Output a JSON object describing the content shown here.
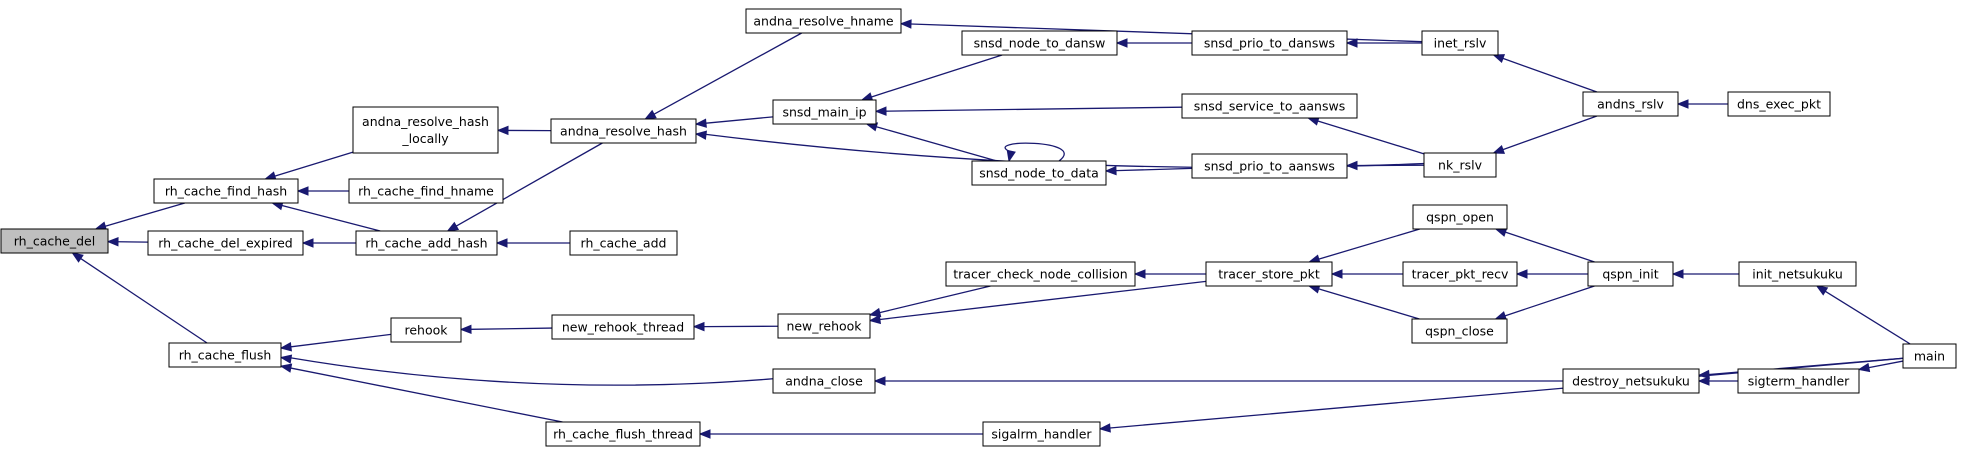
{
  "graph": {
    "kind": "caller-graph",
    "colors": {
      "edge": "#191970",
      "node_border": "#000000",
      "node_fill": "#ffffff",
      "root_fill": "#bfbfbf"
    },
    "nodes": [
      {
        "id": "rh_cache_del",
        "label": "rh_cache_del",
        "highlight": true
      },
      {
        "id": "rh_cache_find_hash",
        "label": "rh_cache_find_hash"
      },
      {
        "id": "rh_cache_del_expired",
        "label": "rh_cache_del_expired"
      },
      {
        "id": "rh_cache_flush",
        "label": "rh_cache_flush"
      },
      {
        "id": "andna_resolve_hash_locally",
        "label": "andna_resolve_hash\n_locally"
      },
      {
        "id": "rh_cache_find_hname",
        "label": "rh_cache_find_hname"
      },
      {
        "id": "rh_cache_add_hash",
        "label": "rh_cache_add_hash"
      },
      {
        "id": "andna_resolve_hash",
        "label": "andna_resolve_hash"
      },
      {
        "id": "rh_cache_add",
        "label": "rh_cache_add"
      },
      {
        "id": "andna_resolve_hname",
        "label": "andna_resolve_hname"
      },
      {
        "id": "snsd_main_ip",
        "label": "snsd_main_ip"
      },
      {
        "id": "snsd_node_to_dansw",
        "label": "snsd_node_to_dansw"
      },
      {
        "id": "snsd_node_to_data",
        "label": "snsd_node_to_data"
      },
      {
        "id": "snsd_prio_to_dansws",
        "label": "snsd_prio_to_dansws"
      },
      {
        "id": "snsd_service_to_aansws",
        "label": "snsd_service_to_aansws"
      },
      {
        "id": "snsd_prio_to_aansws",
        "label": "snsd_prio_to_aansws"
      },
      {
        "id": "inet_rslv",
        "label": "inet_rslv"
      },
      {
        "id": "nk_rslv",
        "label": "nk_rslv"
      },
      {
        "id": "andns_rslv",
        "label": "andns_rslv"
      },
      {
        "id": "dns_exec_pkt",
        "label": "dns_exec_pkt"
      },
      {
        "id": "rehook",
        "label": "rehook"
      },
      {
        "id": "new_rehook_thread",
        "label": "new_rehook_thread"
      },
      {
        "id": "new_rehook",
        "label": "new_rehook"
      },
      {
        "id": "tracer_check_node_collision",
        "label": "tracer_check_node_collision"
      },
      {
        "id": "tracer_store_pkt",
        "label": "tracer_store_pkt"
      },
      {
        "id": "qspn_open",
        "label": "qspn_open"
      },
      {
        "id": "tracer_pkt_recv",
        "label": "tracer_pkt_recv"
      },
      {
        "id": "qspn_close",
        "label": "qspn_close"
      },
      {
        "id": "qspn_init",
        "label": "qspn_init"
      },
      {
        "id": "init_netsukuku",
        "label": "init_netsukuku"
      },
      {
        "id": "main",
        "label": "main"
      },
      {
        "id": "andna_close",
        "label": "andna_close"
      },
      {
        "id": "destroy_netsukuku",
        "label": "destroy_netsukuku"
      },
      {
        "id": "sigterm_handler",
        "label": "sigterm_handler"
      },
      {
        "id": "rh_cache_flush_thread",
        "label": "rh_cache_flush_thread"
      },
      {
        "id": "sigalrm_handler",
        "label": "sigalrm_handler"
      }
    ],
    "edges": [
      {
        "from": "rh_cache_find_hash",
        "to": "rh_cache_del"
      },
      {
        "from": "rh_cache_del_expired",
        "to": "rh_cache_del"
      },
      {
        "from": "rh_cache_flush",
        "to": "rh_cache_del"
      },
      {
        "from": "andna_resolve_hash_locally",
        "to": "rh_cache_find_hash"
      },
      {
        "from": "rh_cache_find_hname",
        "to": "rh_cache_find_hash"
      },
      {
        "from": "rh_cache_add_hash",
        "to": "rh_cache_find_hash"
      },
      {
        "from": "rh_cache_add_hash",
        "to": "rh_cache_del_expired"
      },
      {
        "from": "andna_resolve_hash",
        "to": "andna_resolve_hash_locally"
      },
      {
        "from": "andna_resolve_hash",
        "to": "rh_cache_add_hash"
      },
      {
        "from": "rh_cache_add",
        "to": "rh_cache_add_hash"
      },
      {
        "from": "andna_resolve_hname",
        "to": "andna_resolve_hash"
      },
      {
        "from": "snsd_main_ip",
        "to": "andna_resolve_hash"
      },
      {
        "from": "nk_rslv",
        "to": "andna_resolve_hash"
      },
      {
        "from": "snsd_node_to_dansw",
        "to": "snsd_main_ip"
      },
      {
        "from": "snsd_service_to_aansws",
        "to": "snsd_main_ip"
      },
      {
        "from": "snsd_node_to_data",
        "to": "snsd_main_ip"
      },
      {
        "from": "snsd_node_to_data",
        "to": "snsd_node_to_data"
      },
      {
        "from": "snsd_prio_to_dansws",
        "to": "snsd_node_to_dansw"
      },
      {
        "from": "snsd_prio_to_aansws",
        "to": "snsd_node_to_data"
      },
      {
        "from": "inet_rslv",
        "to": "andna_resolve_hname"
      },
      {
        "from": "inet_rslv",
        "to": "snsd_prio_to_dansws"
      },
      {
        "from": "nk_rslv",
        "to": "snsd_service_to_aansws"
      },
      {
        "from": "nk_rslv",
        "to": "snsd_prio_to_aansws"
      },
      {
        "from": "andns_rslv",
        "to": "inet_rslv"
      },
      {
        "from": "andns_rslv",
        "to": "nk_rslv"
      },
      {
        "from": "dns_exec_pkt",
        "to": "andns_rslv"
      },
      {
        "from": "rehook",
        "to": "rh_cache_flush"
      },
      {
        "from": "andna_close",
        "to": "rh_cache_flush"
      },
      {
        "from": "rh_cache_flush_thread",
        "to": "rh_cache_flush"
      },
      {
        "from": "new_rehook_thread",
        "to": "rehook"
      },
      {
        "from": "new_rehook",
        "to": "new_rehook_thread"
      },
      {
        "from": "tracer_check_node_collision",
        "to": "new_rehook"
      },
      {
        "from": "tracer_store_pkt",
        "to": "new_rehook"
      },
      {
        "from": "tracer_store_pkt",
        "to": "tracer_check_node_collision"
      },
      {
        "from": "qspn_open",
        "to": "tracer_store_pkt"
      },
      {
        "from": "tracer_pkt_recv",
        "to": "tracer_store_pkt"
      },
      {
        "from": "qspn_close",
        "to": "tracer_store_pkt"
      },
      {
        "from": "qspn_init",
        "to": "qspn_open"
      },
      {
        "from": "qspn_init",
        "to": "tracer_pkt_recv"
      },
      {
        "from": "qspn_init",
        "to": "qspn_close"
      },
      {
        "from": "init_netsukuku",
        "to": "qspn_init"
      },
      {
        "from": "main",
        "to": "init_netsukuku"
      },
      {
        "from": "main",
        "to": "destroy_netsukuku"
      },
      {
        "from": "main",
        "to": "sigterm_handler"
      },
      {
        "from": "main",
        "to": "sigalrm_handler"
      },
      {
        "from": "destroy_netsukuku",
        "to": "andna_close"
      },
      {
        "from": "sigterm_handler",
        "to": "destroy_netsukuku"
      },
      {
        "from": "sigalrm_handler",
        "to": "rh_cache_flush_thread"
      }
    ]
  }
}
